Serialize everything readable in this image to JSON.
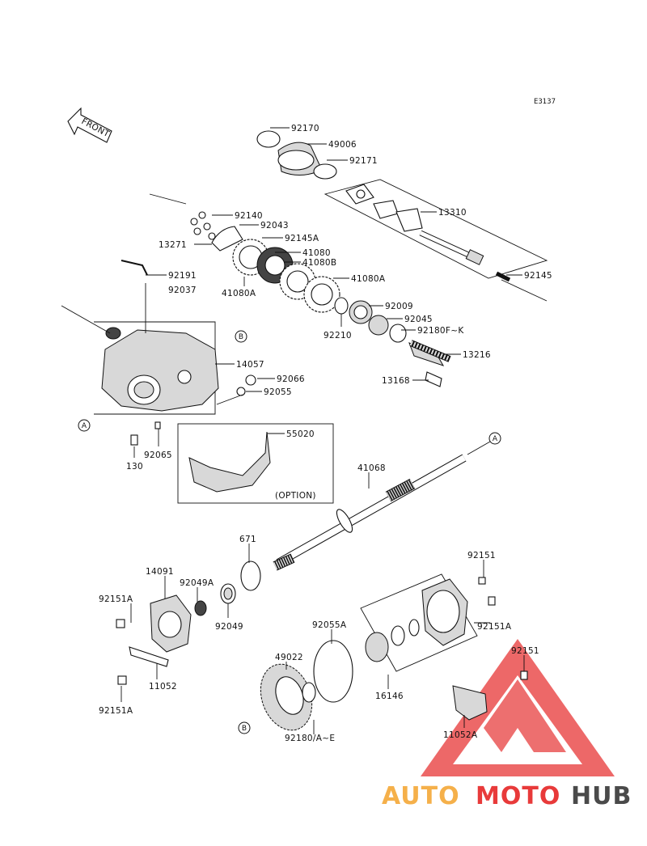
{
  "diagram": {
    "code": "E3137",
    "front_label": "FRONT",
    "option_label": "(OPTION)",
    "ref_a": "A",
    "ref_b": "B"
  },
  "parts": {
    "p92170": "92170",
    "p49006": "49006",
    "p92171": "92171",
    "p13310": "13310",
    "p92140": "92140",
    "p92043": "92043",
    "p92145A": "92145A",
    "p13271": "13271",
    "p41080": "41080",
    "p41080B": "41080B",
    "p92191": "92191",
    "p92037": "92037",
    "p41080A_left": "41080A",
    "p41080A_right": "41080A",
    "p92145": "92145",
    "p92009": "92009",
    "p92045": "92045",
    "p92180FK": "92180F~K",
    "p92210": "92210",
    "p13216": "13216",
    "p13168": "13168",
    "p14057": "14057",
    "p92066": "92066",
    "p92055": "92055",
    "p92065": "92065",
    "p130": "130",
    "p55020": "55020",
    "p41068": "41068",
    "p671": "671",
    "p14091": "14091",
    "p92049A": "92049A",
    "p92151A_left_top": "92151A",
    "p92049": "92049",
    "p11052": "11052",
    "p92151A_left_bottom": "92151A",
    "p92151_top": "92151",
    "p92151A_right": "92151A",
    "p92055A": "92055A",
    "p49022": "49022",
    "p16146": "16146",
    "p92151_right": "92151",
    "p11052A": "11052A",
    "p92180AE": "92180/A~E"
  },
  "watermark": {
    "part1": "AUTO",
    "part2": "MOTO",
    "part3": "HUB",
    "color1": "#f5b04a",
    "color2": "#e83a3a",
    "color3": "#4a4a4a",
    "logo_color": "#e83a3a"
  }
}
